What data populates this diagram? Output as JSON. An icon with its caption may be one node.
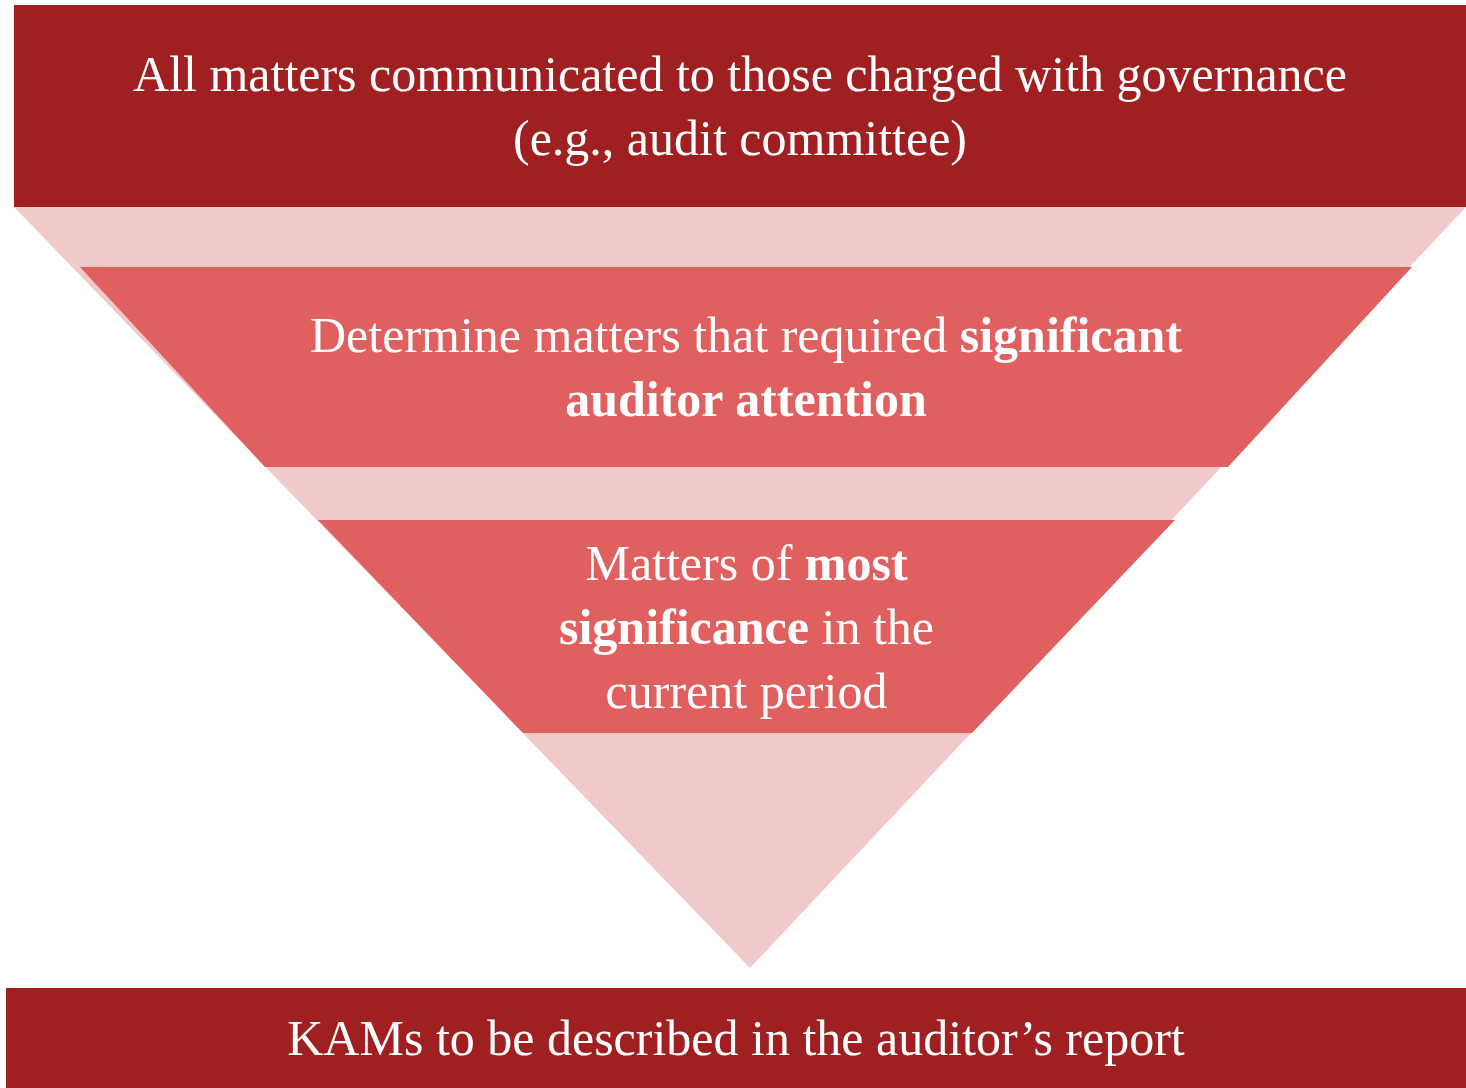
{
  "diagram": {
    "nodes": [
      {
        "text": [
          "All matters communicated to those charged with governance (e.g., audit committee)"
        ]
      },
      {
        "text": [
          "Determine matters that required **significant auditor attention**"
        ]
      },
      {
        "text": [
          "Matters of **most significance** in the current period"
        ]
      },
      {
        "text": [
          "KAMs to be described in the auditor’s report"
        ]
      }
    ]
  }
}
